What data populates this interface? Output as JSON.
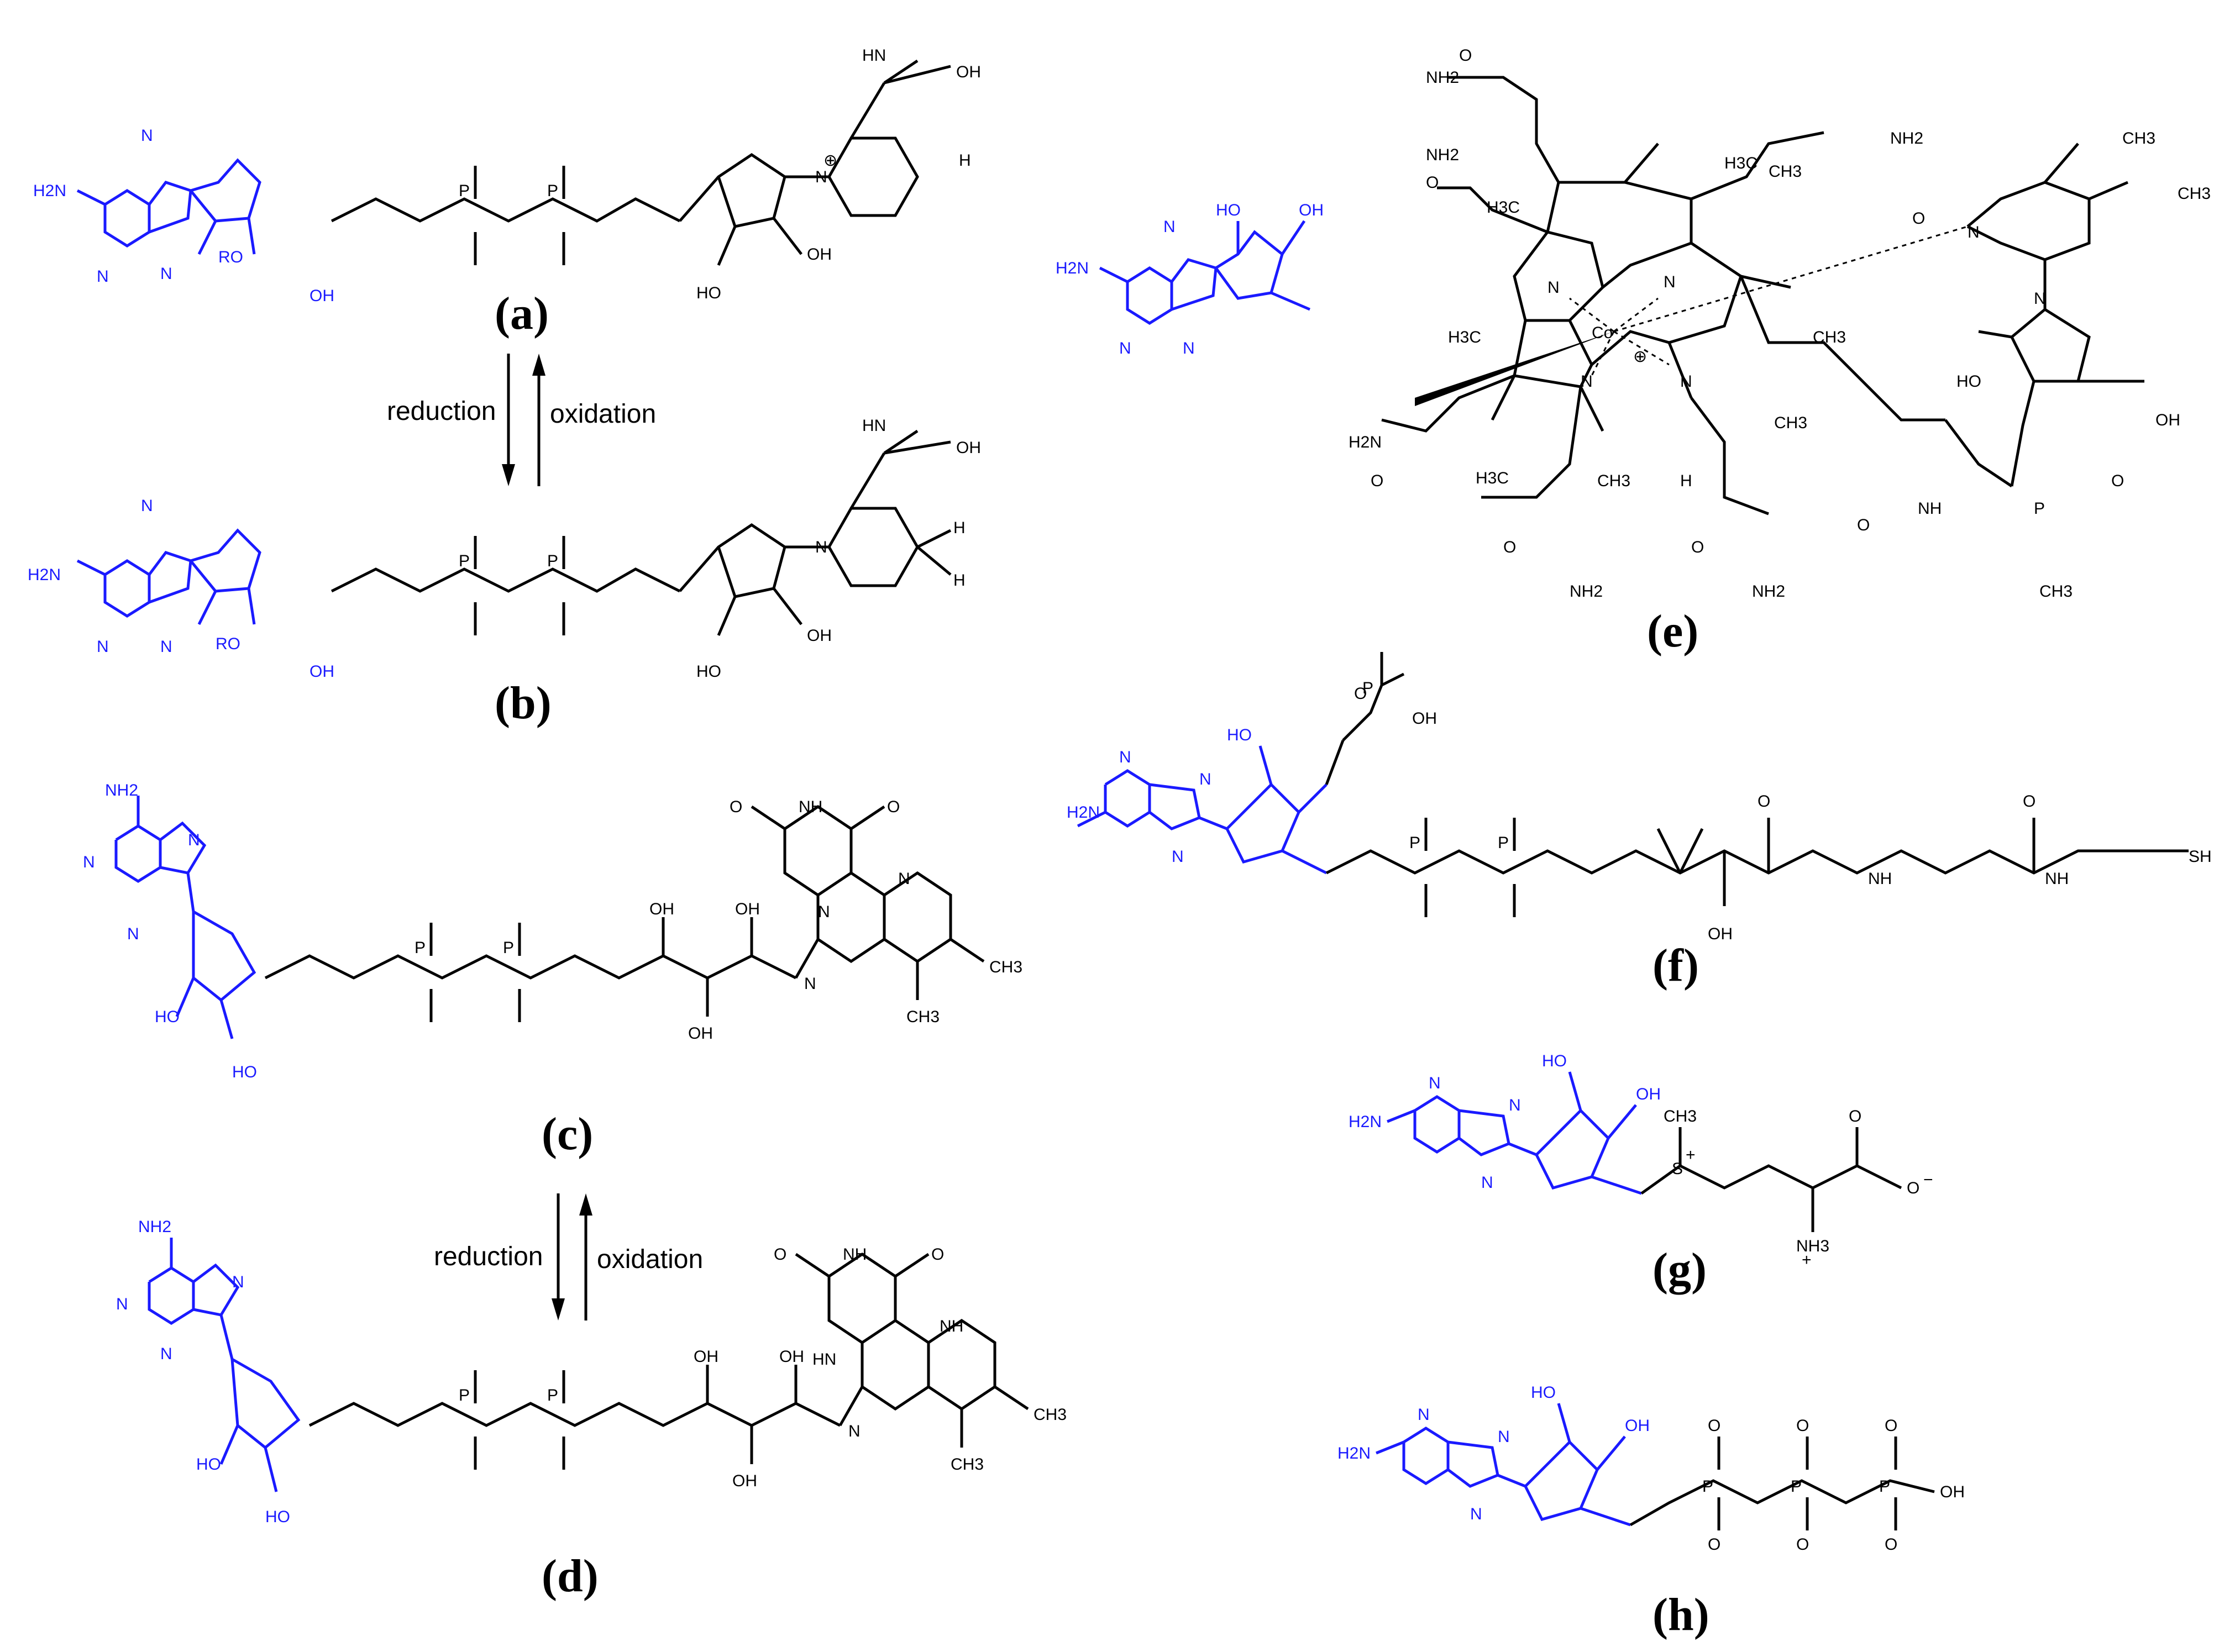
{
  "colors": {
    "adenosine": "#1a1aff",
    "core": "#000000",
    "background": "#ffffff"
  },
  "panels": {
    "a": {
      "label": "(a)"
    },
    "b": {
      "label": "(b)"
    },
    "c": {
      "label": "(c)"
    },
    "d": {
      "label": "(d)"
    },
    "e": {
      "label": "(e)"
    },
    "f": {
      "label": "(f)"
    },
    "g": {
      "label": "(g)"
    },
    "h": {
      "label": "(h)"
    }
  },
  "arrows": {
    "ab": {
      "left": "reduction",
      "right": "oxidation"
    },
    "cd": {
      "left": "reduction",
      "right": "oxidation"
    }
  },
  "atoms": {
    "H2N": "H2N",
    "NH2": "NH2",
    "N": "N",
    "O": "O",
    "P": "P",
    "OH": "OH",
    "HO": "HO",
    "RO": "RO",
    "HN": "HN",
    "NH": "NH",
    "NH_imine": "HN",
    "H": "H",
    "SH": "SH",
    "S": "S",
    "Co": "Co",
    "CH3": "CH3",
    "H3C": "H3C",
    "NH3": "NH3",
    "minus": "−",
    "plus": "+",
    "oplus": "⊕"
  }
}
